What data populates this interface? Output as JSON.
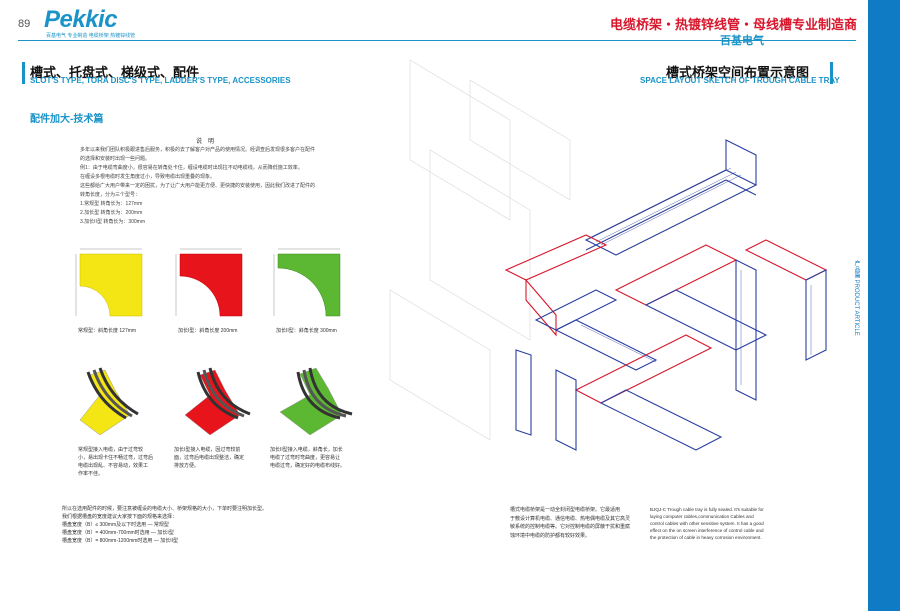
{
  "header": {
    "page_number": "89",
    "logo_text": "Pekkic",
    "logo_sub": "百基电气 专业制造 电缆桥架 热镀锌线管",
    "tagline": "电缆桥架・热镀锌线管・母线槽专业制造商",
    "brand": "百基电气"
  },
  "left": {
    "title_cn": "槽式、托盘式、梯级式、配件",
    "title_en": "SLOT'S TYPE, TORA DISC'S TYPE, LADDER'S TYPE, ACCESSORIES",
    "subheading": "配件加大-技术篇",
    "article_title": "说　明",
    "paragraphs": [
      "多年以来我们团队积极跟进售后服务，积极的去了解客户对产品的使用情况。经调查后发现很多客户在配件",
      "的选择和安装时出现一些问题。",
      "例1：由于电缆弯曲度小，很容易在转角处卡住，缠设电缆时出现拉不动电缆线，从而降低施工效率。",
      "在缠设多根电缆时发生角度过小，导致电缆出现重叠的现象。",
      "这些都给广大用户带来一定的困扰，为了让广大用户能更方便、更快捷的安装使用，因此我们改进了配件的",
      "转角长度，分为三个型号：",
      "1.常规型  转角长为：127mm",
      "2.加长型  转角长为：200mm",
      "3.加长II型 转角长为：300mm"
    ],
    "swatches": [
      {
        "color": "#f3e614",
        "caption": "常规型：斜角长度 127mm"
      },
      {
        "color": "#e8141c",
        "caption": "加长I型：斜角长度 200mm"
      },
      {
        "color": "#5cb732",
        "caption": "加长II型：斜角长度 300mm"
      }
    ],
    "elbows": [
      {
        "color": "#f3e614",
        "lines": [
          "常规型接入电缆，由于过弯较",
          "小，易出现卡住不畅过弯，过弯后",
          "电缆出现乱、不容易动，效果工",
          "作率不佳。"
        ]
      },
      {
        "color": "#e8141c",
        "lines": [
          "加长I型接入电缆，因过弯较前",
          "面，过弯后电缆出现整洁，确定",
          "排放方便。"
        ]
      },
      {
        "color": "#5cb732",
        "lines": [
          "加长II型接入电缆，斜角长，加长",
          "电缆了过弯时弯曲度，更容易让",
          "电缆过弯，确定好的电缆布线好。"
        ]
      }
    ],
    "bottom_lines": [
      "所以在选用配件的时候，要注意被缠设的电缆大小、桥架规格的大小，下单时要注明加长型。",
      "我们根据槽盘的宽度建议大家按下面的规格来选择：",
      "槽盘宽度（B）≤ 300mm及以下时选用 — 常规型",
      "槽盘宽度（B）= 400mm-700mm时选用 — 加长I型",
      "槽盘宽度（B）= 800mm-1200mm时选用 — 加长II型"
    ]
  },
  "right": {
    "title_cn": "槽式桥架空间布置示意图",
    "title_en": "SPACE LAYOUT SKETCH OF TROUGH CABLE TRAY",
    "desc_cn": [
      "槽式电缆桥架是一动全封闭型电缆桥架。它最适用",
      "于敷设计算机电缆、通信电缆、热电偶电缆及其它高灵",
      "敏系统的控制电缆等。它对控制电缆的屏蔽干扰和重腐",
      "蚀环境中电缆的防护都有较好效果。"
    ],
    "desc_en": [
      "BJQJ-C Trough cable tray is fully sealed. It's suitable for",
      "laying computer cables,communication Cables and",
      "control cables with other sensitive system. It has a good",
      "effect on the on screen interference of control cable and",
      "the protection of cable in heavy corrosion environment."
    ],
    "side_label": "产品篇 PRODUCT ARTICLE"
  },
  "colors": {
    "accent": "#1a93c8",
    "red": "#d8162c",
    "band": "#0e7bc4"
  }
}
